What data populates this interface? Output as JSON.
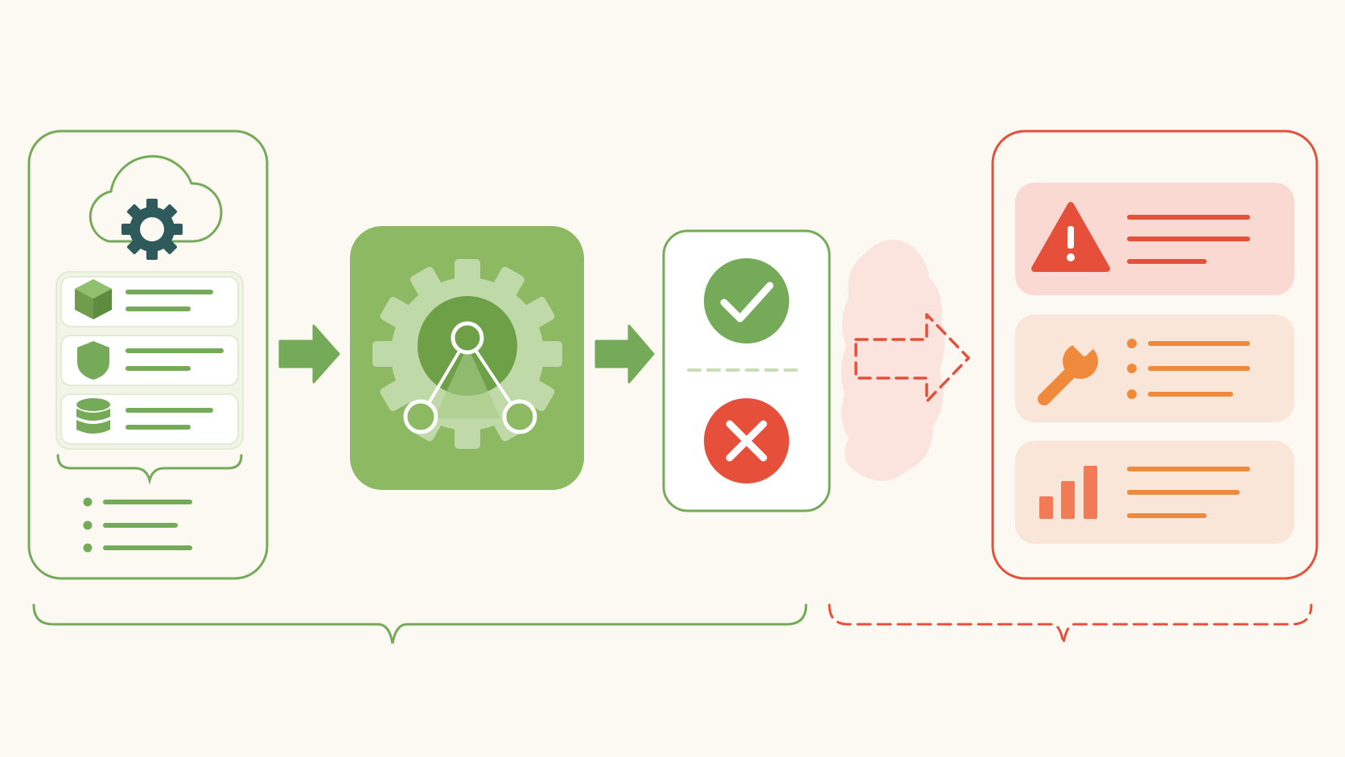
{
  "colors": {
    "background": "#fcf9f3",
    "green": "#74aa58",
    "green_fill": "#8db963",
    "green_light": "#f1f4e6",
    "green_pale": "#c8deb3",
    "teal": "#2e5a5c",
    "red": "#e6503b",
    "red_pale": "#fad9d2",
    "orange": "#ef8a3c",
    "orange_pale": "#fae6d8",
    "salmon": "#f27a55"
  },
  "diagram": {
    "input_panel": {
      "header_icon": "cloud-gear-icon",
      "rows": [
        {
          "icon": "cube-icon",
          "lines": 2
        },
        {
          "icon": "shield-icon",
          "lines": 2
        },
        {
          "icon": "database-icon",
          "lines": 2
        }
      ],
      "bullet_lines": 3
    },
    "process_block": {
      "icon": "gear-network-icon"
    },
    "check_panel": {
      "pass_icon": "check-circle-icon",
      "fail_icon": "x-circle-icon"
    },
    "fallback_arrow": {
      "icon": "dashed-arrow-icon"
    },
    "output_panel": {
      "cards": [
        {
          "icon": "warning-triangle-icon",
          "tone": "red",
          "lines": 3
        },
        {
          "icon": "wrench-icon",
          "tone": "orange",
          "lines": 3
        },
        {
          "icon": "bar-chart-icon",
          "tone": "orange",
          "lines": 3
        }
      ]
    },
    "braces": {
      "left": "solid-green-brace",
      "right": "dashed-red-brace"
    }
  }
}
